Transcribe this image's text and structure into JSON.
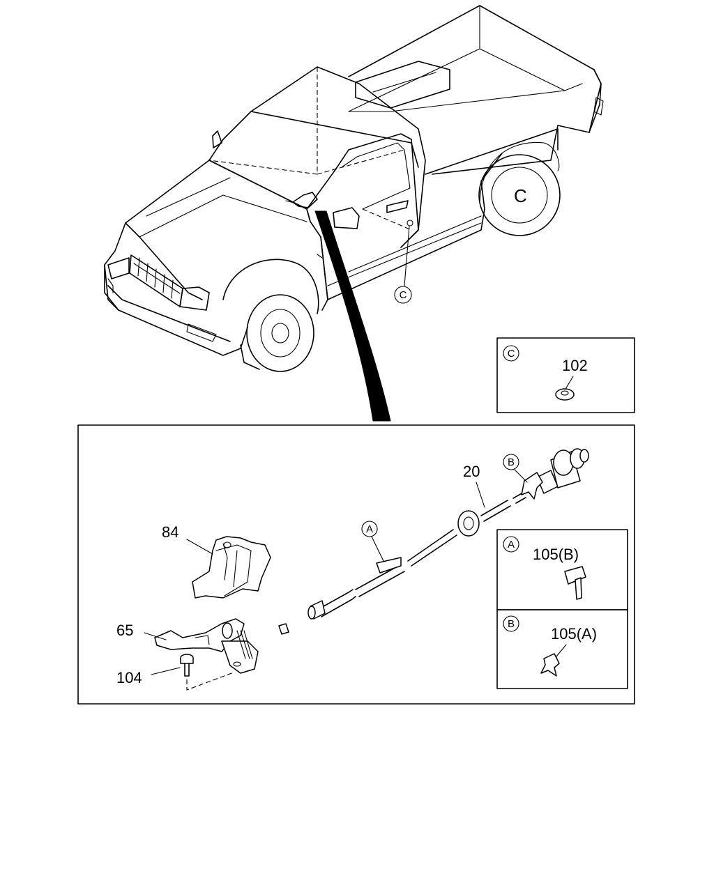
{
  "callouts": {
    "c": "C",
    "a": "A",
    "b": "B"
  },
  "labels": {
    "p102": "102",
    "p20": "20",
    "p84": "84",
    "p105b": "105(B)",
    "p65": "65",
    "p105a": "105(A)",
    "p104": "104"
  }
}
